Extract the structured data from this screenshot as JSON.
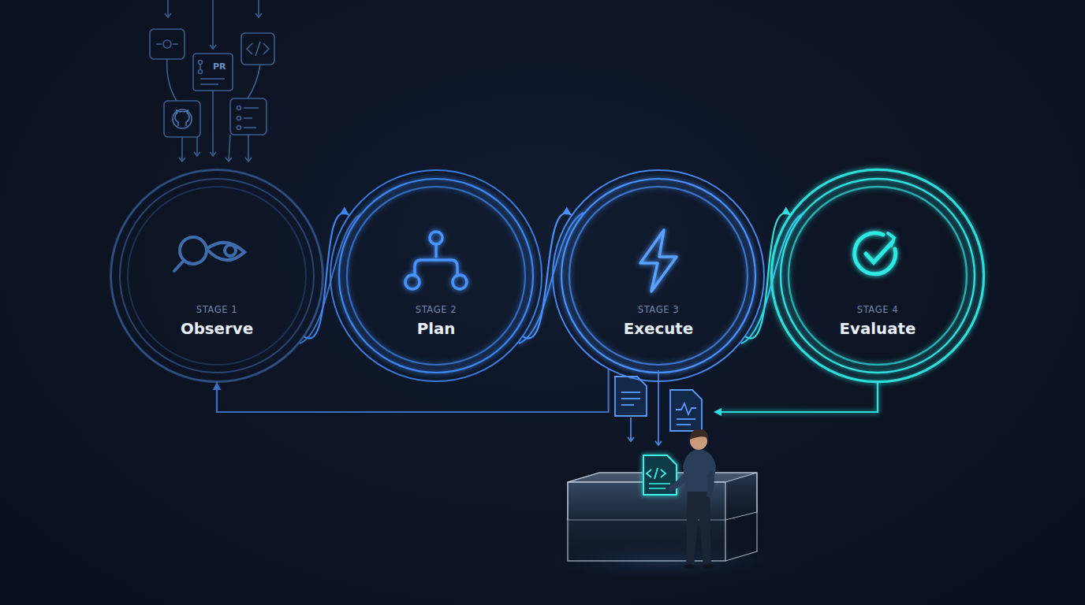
{
  "diagram": {
    "nodes": [
      {
        "text": [
          "STAGE 1",
          "Observe"
        ]
      },
      {
        "text": [
          "STAGE 2",
          "Plan"
        ]
      },
      {
        "text": [
          "STAGE 3",
          "Execute"
        ]
      },
      {
        "text": [
          "STAGE 4",
          "Evaluate"
        ]
      }
    ],
    "edges": [
      {
        "from": 0,
        "to": 1,
        "arrow": "to"
      },
      {
        "from": 1,
        "to": 2,
        "arrow": "to"
      },
      {
        "from": 2,
        "to": 3,
        "arrow": "to"
      },
      {
        "from": 2,
        "to": 0,
        "arrow": "to"
      }
    ],
    "labels": [
      "PR"
    ]
  }
}
